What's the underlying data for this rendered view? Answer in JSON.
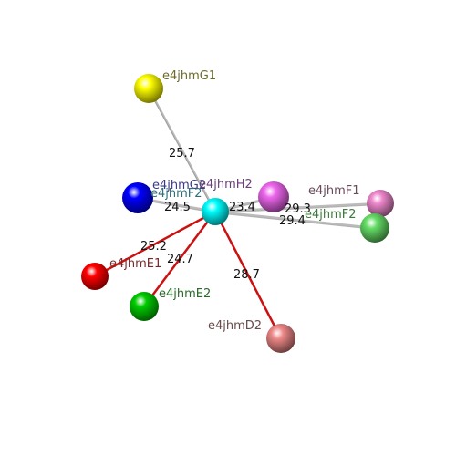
{
  "center": {
    "id": "e4jhmH2",
    "label": "e4jhmH2",
    "color": "#00ffff",
    "label_color": "#6a3f7a"
  },
  "nodes": [
    {
      "id": "G1",
      "label": "e4jhmG1",
      "color": "#ffff00",
      "label_color": "#6b6b2a"
    },
    {
      "id": "G2",
      "label": "e4jhmG2",
      "color": "#0000ff",
      "label_color": "#3b3b86"
    },
    {
      "id": "F2a",
      "label": "e4jhmF2",
      "color": "#0000ff",
      "label_color": "#2f6f7a"
    },
    {
      "id": "H2b",
      "label": "",
      "color": "#ee66ee",
      "label_color": "#6a3f7a"
    },
    {
      "id": "F1",
      "label": "e4jhmF1",
      "color": "#ee88cc",
      "label_color": "#6a4a5a"
    },
    {
      "id": "F2b",
      "label": "e4jhmF2",
      "color": "#66dd66",
      "label_color": "#3a7a3a"
    },
    {
      "id": "E1",
      "label": "e4jhmE1",
      "color": "#ff0000",
      "label_color": "#7a2a2a"
    },
    {
      "id": "E2",
      "label": "e4jhmE2",
      "color": "#00cc00",
      "label_color": "#2a6a2a"
    },
    {
      "id": "D2",
      "label": "e4jhmD2",
      "color": "#ee8888",
      "label_color": "#6a4a4a"
    }
  ],
  "bonds": [
    {
      "to": "G1",
      "distance": "25.7",
      "color": "#bbbbbb"
    },
    {
      "to": "G2",
      "distance": "24.5",
      "color": "#bbbbbb"
    },
    {
      "to": "H2b",
      "distance": "23.4",
      "color": "#bbbbbb"
    },
    {
      "to": "F1",
      "distance": "29.3",
      "color": "#bbbbbb"
    },
    {
      "to": "F2b",
      "distance": "29.4",
      "color": "#bbbbbb"
    },
    {
      "to": "E1",
      "distance": "25.2",
      "color": "#cc1111"
    },
    {
      "to": "E2",
      "distance": "24.7",
      "color": "#cc1111"
    },
    {
      "to": "D2",
      "distance": "28.7",
      "color": "#cc1111"
    }
  ]
}
